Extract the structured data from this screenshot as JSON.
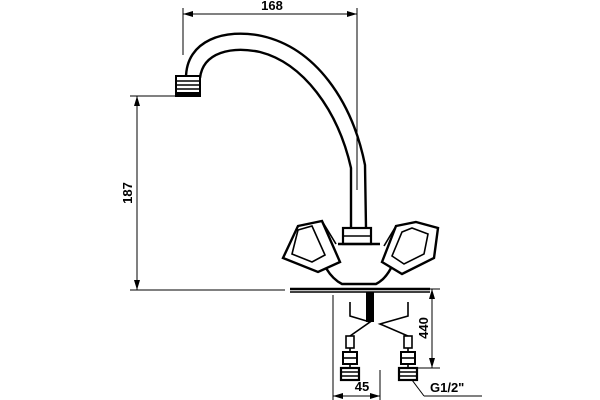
{
  "dimensions": {
    "spout_reach": "168",
    "spout_height": "187",
    "hose_length": "440",
    "inlet_spacing": "45",
    "connection_thread": "G1/2\""
  },
  "colors": {
    "line": "#000000",
    "background": "#ffffff"
  }
}
